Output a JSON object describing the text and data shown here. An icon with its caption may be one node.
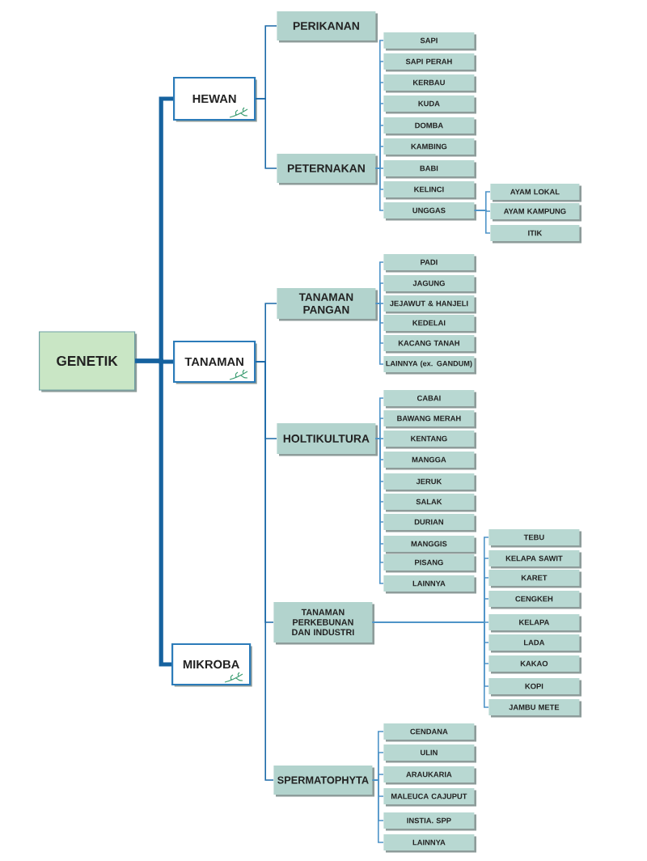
{
  "diagram": {
    "nodes": [
      {
        "text": [
          "GENETIK"
        ]
      },
      {
        "text": [
          "HEWAN"
        ]
      },
      {
        "text": [
          "PERIKANAN"
        ]
      },
      {
        "text": [
          "PETERNAKAN"
        ]
      },
      {
        "text": [
          "SAPI"
        ]
      },
      {
        "text": [
          "SAPI PERAH"
        ]
      },
      {
        "text": [
          "KERBAU"
        ]
      },
      {
        "text": [
          "KUDA"
        ]
      },
      {
        "text": [
          "DOMBA"
        ]
      },
      {
        "text": [
          "KAMBING"
        ]
      },
      {
        "text": [
          "BABI"
        ]
      },
      {
        "text": [
          "KELINCI"
        ]
      },
      {
        "text": [
          "UNGGAS"
        ]
      },
      {
        "text": [
          "AYAM LOKAL"
        ]
      },
      {
        "text": [
          "AYAM KAMPUNG"
        ]
      },
      {
        "text": [
          "ITIK"
        ]
      },
      {
        "text": [
          "TANAMAN"
        ]
      },
      {
        "text": [
          "TANAMAN PANGAN"
        ]
      },
      {
        "text": [
          "PADI"
        ]
      },
      {
        "text": [
          "JAGUNG"
        ]
      },
      {
        "text": [
          "JEJAWUT & HANJELI"
        ]
      },
      {
        "text": [
          "KEDELAI"
        ]
      },
      {
        "text": [
          "KACANG TANAH"
        ]
      },
      {
        "text": [
          "LAINNYA (ex. GANDUM)"
        ]
      },
      {
        "text": [
          "HOLTIKULTURA"
        ]
      },
      {
        "text": [
          "CABAI"
        ]
      },
      {
        "text": [
          "BAWANG MERAH"
        ]
      },
      {
        "text": [
          "KENTANG"
        ]
      },
      {
        "text": [
          "MANGGA"
        ]
      },
      {
        "text": [
          "JERUK"
        ]
      },
      {
        "text": [
          "SALAK"
        ]
      },
      {
        "text": [
          "DURIAN"
        ]
      },
      {
        "text": [
          "MANGGIS"
        ]
      },
      {
        "text": [
          "PISANG"
        ]
      },
      {
        "text": [
          "LAINNYA"
        ]
      },
      {
        "text": [
          "TANAMAN PERKEBUNAN DAN INDUSTRI"
        ]
      },
      {
        "text": [
          "TEBU"
        ]
      },
      {
        "text": [
          "KELAPA SAWIT"
        ]
      },
      {
        "text": [
          "KARET"
        ]
      },
      {
        "text": [
          "CENGKEH"
        ]
      },
      {
        "text": [
          "KELAPA"
        ]
      },
      {
        "text": [
          "LADA"
        ]
      },
      {
        "text": [
          "KAKAO"
        ]
      },
      {
        "text": [
          "KOPI"
        ]
      },
      {
        "text": [
          "JAMBU METE"
        ]
      },
      {
        "text": [
          "SPERMATOPHYTA"
        ]
      },
      {
        "text": [
          "CENDANA"
        ]
      },
      {
        "text": [
          "ULIN"
        ]
      },
      {
        "text": [
          "ARAUKARIA"
        ]
      },
      {
        "text": [
          "MALEUCA CAJUPUT"
        ]
      },
      {
        "text": [
          "INSTIA. SPP"
        ]
      },
      {
        "text": [
          "LAINNYA"
        ]
      },
      {
        "text": [
          "MIKROBA"
        ]
      }
    ],
    "edges": [
      {
        "from": 0,
        "to": 1,
        "arrow": "none",
        "style": "thick",
        "color": "#16629f"
      },
      {
        "from": 0,
        "to": 16,
        "arrow": "none",
        "style": "thick",
        "color": "#16629f"
      },
      {
        "from": 0,
        "to": 52,
        "arrow": "none",
        "style": "thick",
        "color": "#16629f"
      },
      {
        "from": 1,
        "to": 2,
        "arrow": "none",
        "color": "#1c6aa8"
      },
      {
        "from": 1,
        "to": 3,
        "arrow": "none",
        "color": "#1c6aa8"
      },
      {
        "from": 3,
        "to": 4,
        "arrow": "none"
      },
      {
        "from": 3,
        "to": 5,
        "arrow": "none"
      },
      {
        "from": 3,
        "to": 6,
        "arrow": "none"
      },
      {
        "from": 3,
        "to": 7,
        "arrow": "none"
      },
      {
        "from": 3,
        "to": 8,
        "arrow": "none"
      },
      {
        "from": 3,
        "to": 9,
        "arrow": "none"
      },
      {
        "from": 3,
        "to": 10,
        "arrow": "none"
      },
      {
        "from": 3,
        "to": 11,
        "arrow": "none"
      },
      {
        "from": 3,
        "to": 12,
        "arrow": "none"
      },
      {
        "from": 12,
        "to": 13,
        "arrow": "none"
      },
      {
        "from": 12,
        "to": 14,
        "arrow": "none"
      },
      {
        "from": 12,
        "to": 15,
        "arrow": "none"
      },
      {
        "from": 16,
        "to": 17,
        "arrow": "none",
        "color": "#1c6aa8"
      },
      {
        "from": 16,
        "to": 24,
        "arrow": "none",
        "color": "#1c6aa8"
      },
      {
        "from": 16,
        "to": 35,
        "arrow": "none",
        "color": "#1c6aa8"
      },
      {
        "from": 16,
        "to": 45,
        "arrow": "none",
        "color": "#1c6aa8"
      },
      {
        "from": 17,
        "to": 18,
        "arrow": "none"
      },
      {
        "from": 17,
        "to": 19,
        "arrow": "none"
      },
      {
        "from": 17,
        "to": 20,
        "arrow": "none"
      },
      {
        "from": 17,
        "to": 21,
        "arrow": "none"
      },
      {
        "from": 17,
        "to": 22,
        "arrow": "none"
      },
      {
        "from": 17,
        "to": 23,
        "arrow": "none"
      },
      {
        "from": 24,
        "to": 25,
        "arrow": "none"
      },
      {
        "from": 24,
        "to": 26,
        "arrow": "none"
      },
      {
        "from": 24,
        "to": 27,
        "arrow": "none"
      },
      {
        "from": 24,
        "to": 28,
        "arrow": "none"
      },
      {
        "from": 24,
        "to": 29,
        "arrow": "none"
      },
      {
        "from": 24,
        "to": 30,
        "arrow": "none"
      },
      {
        "from": 24,
        "to": 31,
        "arrow": "none"
      },
      {
        "from": 24,
        "to": 32,
        "arrow": "none"
      },
      {
        "from": 24,
        "to": 33,
        "arrow": "none"
      },
      {
        "from": 24,
        "to": 34,
        "arrow": "none"
      },
      {
        "from": 35,
        "to": 36,
        "arrow": "none"
      },
      {
        "from": 35,
        "to": 37,
        "arrow": "none"
      },
      {
        "from": 35,
        "to": 38,
        "arrow": "none"
      },
      {
        "from": 35,
        "to": 39,
        "arrow": "none"
      },
      {
        "from": 35,
        "to": 40,
        "arrow": "none"
      },
      {
        "from": 35,
        "to": 41,
        "arrow": "none"
      },
      {
        "from": 35,
        "to": 42,
        "arrow": "none"
      },
      {
        "from": 35,
        "to": 43,
        "arrow": "none"
      },
      {
        "from": 35,
        "to": 44,
        "arrow": "none"
      },
      {
        "from": 45,
        "to": 46,
        "arrow": "none"
      },
      {
        "from": 45,
        "to": 47,
        "arrow": "none"
      },
      {
        "from": 45,
        "to": 48,
        "arrow": "none"
      },
      {
        "from": 45,
        "to": 49,
        "arrow": "none"
      },
      {
        "from": 45,
        "to": 50,
        "arrow": "none"
      },
      {
        "from": 45,
        "to": 51,
        "arrow": "none"
      }
    ]
  }
}
